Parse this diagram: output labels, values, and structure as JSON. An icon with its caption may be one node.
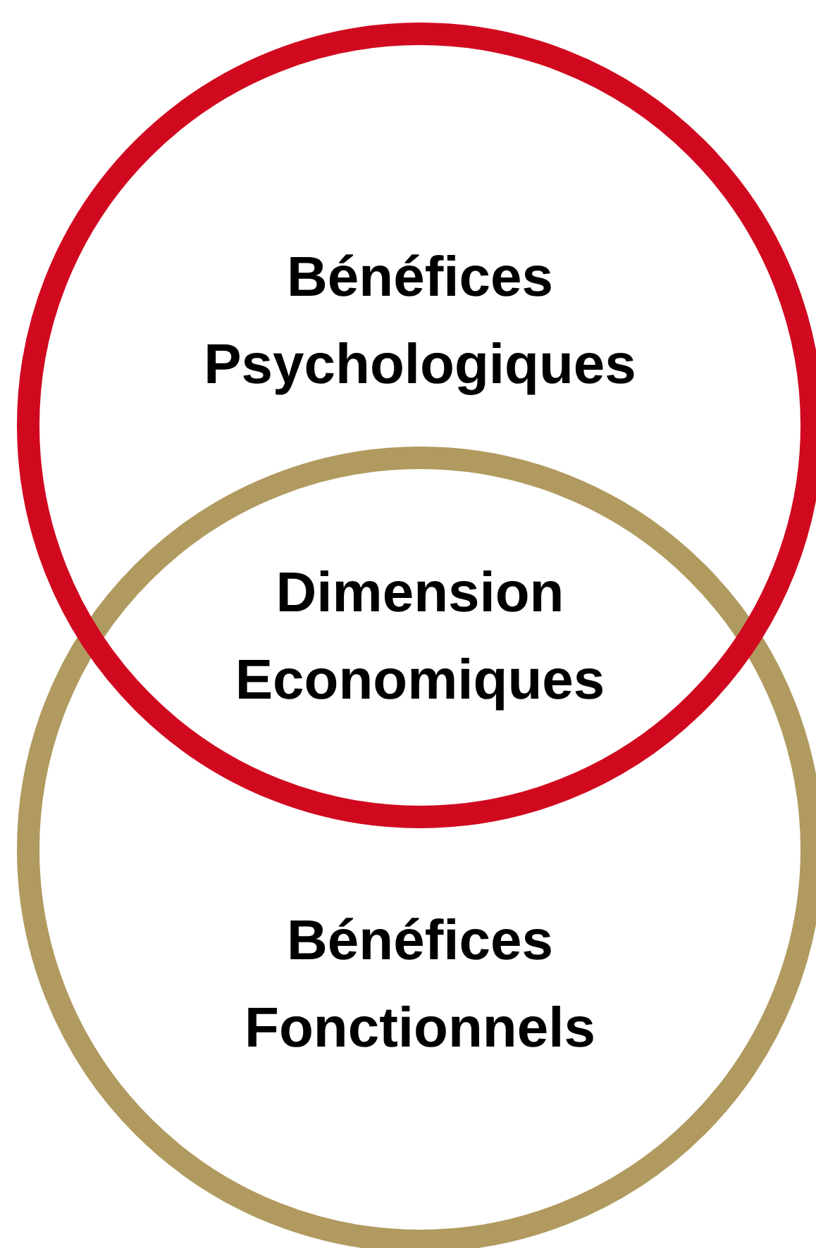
{
  "diagram": {
    "nodes": [
      {
        "text": [
          "Bénéfices Psychologiques"
        ]
      },
      {
        "text": [
          "Bénéfices Fonctionnels"
        ]
      }
    ],
    "labels": [
      "Dimension Economiques"
    ]
  }
}
